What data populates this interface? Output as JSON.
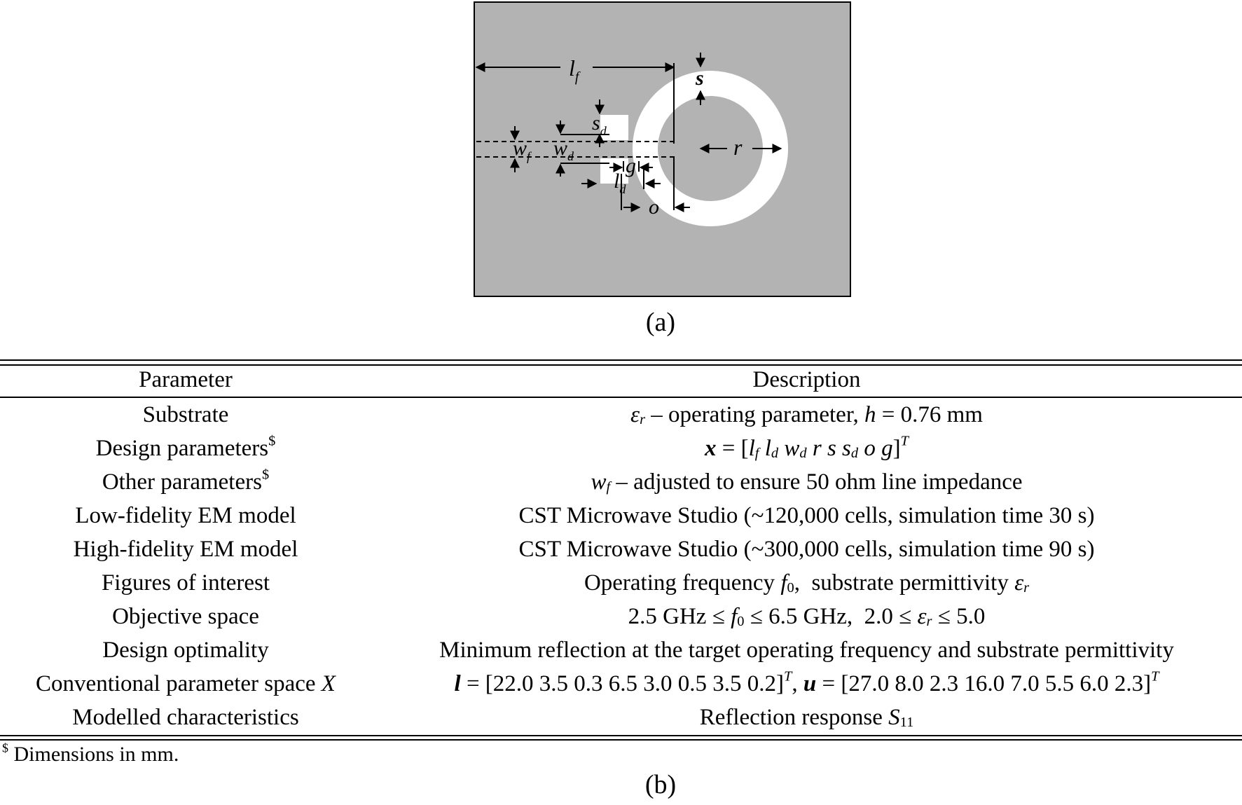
{
  "figure_a": {
    "labels": {
      "lf": "l",
      "lf_sub": "f",
      "s": "s",
      "sd": "s",
      "sd_sub": "d",
      "wf": "w",
      "wf_sub": "f",
      "wd": "w",
      "wd_sub": "d",
      "r": "r",
      "g": "g",
      "ld": "l",
      "ld_sub": "d",
      "o": "o"
    },
    "colors": {
      "substrate": "#b3b3b3",
      "metal": "#ffffff",
      "lines": "#000000"
    },
    "caption": "(a)"
  },
  "table": {
    "headers": [
      "Parameter",
      "Description"
    ],
    "rows": [
      {
        "param": "Substrate",
        "desc": {
          "eps": "ε",
          "eps_sub": "r",
          "t1": " – operating parameter, ",
          "h": "h",
          "t2": " = 0.76 mm"
        }
      },
      {
        "param": "Design parameters",
        "param_sup": "$",
        "desc": {
          "x": "x",
          "t1": " = [",
          "vec": "l",
          "s1": "f",
          "v2": " l",
          "s2": "d",
          "v3": " w",
          "s3": "d",
          "v4": " r s s",
          "s4": "d",
          "v5": " o g",
          "t2": "]",
          "T": "T"
        }
      },
      {
        "param": "Other parameters",
        "param_sup": "$",
        "desc": {
          "w": "w",
          "w_sub": "f",
          "t1": " – adjusted to ensure 50 ohm line impedance"
        }
      },
      {
        "param": "Low-fidelity EM model",
        "desc": "CST Microwave Studio (~120,000 cells, simulation time 30 s)"
      },
      {
        "param": "High-fidelity EM model",
        "desc": "CST Microwave Studio (~300,000 cells, simulation time 90 s)"
      },
      {
        "param": "Figures of interest",
        "desc": {
          "t1": "Operating frequency ",
          "f": "f",
          "f_sub": "0",
          "t2": ",  substrate permittivity ",
          "eps": "ε",
          "eps_sub": "r"
        }
      },
      {
        "param": "Objective space",
        "desc": {
          "t1": "2.5 GHz ≤ ",
          "f": "f",
          "f_sub": "0",
          "t2": " ≤ 6.5 GHz,  2.0 ≤ ",
          "eps": "ε",
          "eps_sub": "r",
          "t3": " ≤ 5.0"
        }
      },
      {
        "param": "Design optimality",
        "desc": "Minimum reflection at the target operating frequency and substrate permittivity"
      },
      {
        "param": "Conventional parameter space ",
        "param_it": "X",
        "desc": {
          "l": "l",
          "t1": " = [22.0 3.5 0.3 6.5 3.0 0.5 3.5 0.2]",
          "T1": "T",
          "t2": ", ",
          "u": "u",
          "t3": " = [27.0 8.0 2.3 16.0 7.0 5.5 6.0 2.3]",
          "T2": "T"
        }
      },
      {
        "param": "Modelled characteristics",
        "desc": {
          "t1": "Reflection response ",
          "S": "S",
          "S_sub": "11"
        }
      }
    ],
    "footnote_mark": "$",
    "footnote": " Dimensions in mm.",
    "caption": "(b)"
  }
}
